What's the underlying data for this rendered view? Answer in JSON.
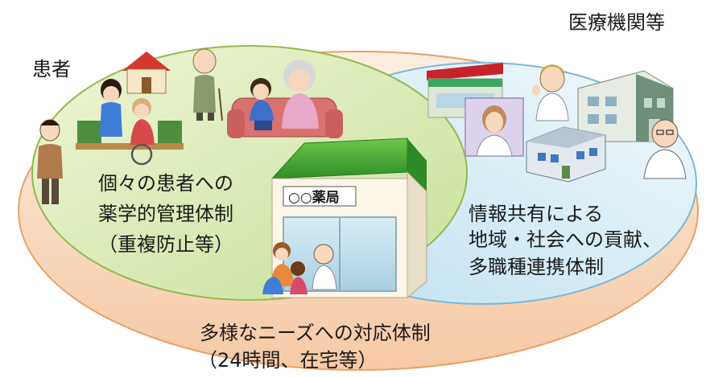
{
  "labels": {
    "medical_institutions": "医療機関等",
    "patient": "患者",
    "pharmacy_sign": "○○薬局",
    "patient_care_line1": "個々の患者への",
    "patient_care_line2": "薬学的管理体制",
    "patient_care_line3": "（重複防止等）",
    "info_line1": "情報共有による",
    "info_line2": "地域・社会への貢献、",
    "info_line3": "多職種連携体制",
    "needs_line1": "多様なニーズへの対応体制",
    "needs_line2": "（24時間、在宅等）"
  },
  "colors": {
    "outer_ellipse": "#f9d9bf",
    "outer_stroke": "#e8a06a",
    "blue_ellipse": "#d6ecf6",
    "blue_stroke": "#7ab8dc",
    "green_ellipse": "#dcebb8",
    "green_stroke": "#96b850",
    "pharmacy_roof": "#3fa832",
    "pharmacy_body": "#fbf6e8"
  }
}
